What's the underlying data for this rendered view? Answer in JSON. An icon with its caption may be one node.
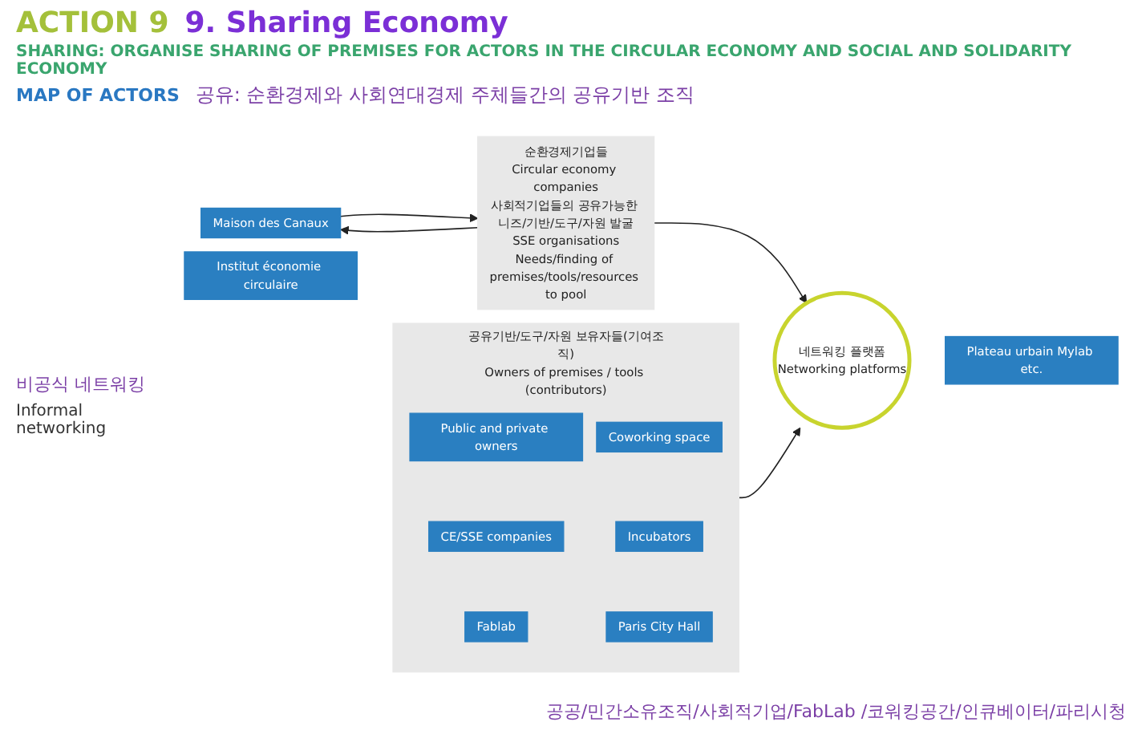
{
  "diagram": {
    "title": "9. Sharing Economy",
    "nodes": [
      {
        "text": [
          "Maison des Canaux"
        ]
      },
      {
        "text": [
          "Institut économie circulaire"
        ]
      },
      {
        "text": [
          "순환경제기업들",
          "Circular economy companies",
          "사회적기업들의 공유가능한 니즈/기반/도구/자원 발굴",
          "SSE organisations",
          "Needs/finding of premises/tools/resources to pool"
        ]
      },
      {
        "text": [
          "네트워킹 플랫폼",
          "Networking platforms"
        ]
      },
      {
        "text": [
          "Plateau urbain Mylab etc."
        ]
      },
      {
        "text": [
          "공유기반/도구/자원 보유자들(기여조직)",
          "Owners of premises / tools (contributors)"
        ]
      },
      {
        "text": [
          "Public and private owners"
        ],
        "in": 5
      },
      {
        "text": [
          "Coworking space"
        ],
        "in": 5
      },
      {
        "text": [
          "CE/SSE companies"
        ],
        "in": 5
      },
      {
        "text": [
          "Incubators"
        ],
        "in": 5
      },
      {
        "text": [
          "Fablab"
        ],
        "in": 5
      },
      {
        "text": [
          "Paris City Hall"
        ],
        "in": 5
      }
    ],
    "edges": [
      {
        "from": 2,
        "to": 0,
        "arrow": "to"
      },
      {
        "from": 0,
        "to": 2,
        "arrow": "to"
      },
      {
        "from": 2,
        "to": 3,
        "arrow": "to"
      },
      {
        "from": 5,
        "to": 3,
        "arrow": "to"
      }
    ],
    "labels": [
      "ACTION 9",
      "SHARING: ORGANISE SHARING OF PREMISES FOR ACTORS IN THE CIRCULAR ECONOMY AND SOCIAL AND SOLIDARITY ECONOMY",
      "MAP OF ACTORS",
      "공유: 순환경제와 사회연대경제 주체들간의 공유기반 조직",
      "비공식 네트워킹",
      "Informal networking",
      "공공/민간소유조직/사회적기업/FabLab /코워킹공간/인큐베이터/파리시청"
    ]
  }
}
